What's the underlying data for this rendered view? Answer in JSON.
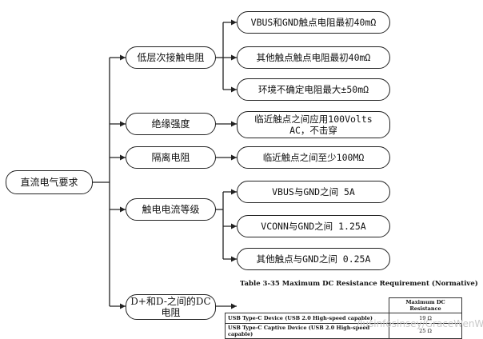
{
  "root": "直流电气要求",
  "branches": [
    {
      "label": "低层次接触电阻",
      "children": [
        "VBUS和GND触点电阻最初40mΩ",
        "其他触点触点电阻最初40mΩ",
        "环境不确定电阻最大±50mΩ"
      ]
    },
    {
      "label": "绝缘强度",
      "children": [
        "临近触点之间应用100Volts\nAC，不击穿"
      ]
    },
    {
      "label": "隔离电阻",
      "children": [
        "临近触点之间至少100MΩ"
      ]
    },
    {
      "label": "触电电流等级",
      "children": [
        "VBUS与GND之间 5A",
        "VCONN与GND之间 1.25A",
        "其他触点与GND之间 0.25A"
      ]
    },
    {
      "label": "D+和D-之间的DC\n电阻",
      "children": []
    }
  ],
  "table": {
    "caption": "Table 3-35  Maximum DC Resistance Requirement (Normative)",
    "header": "Maximum DC Resistance",
    "rows": [
      {
        "spec": "USB Type-C Device (USB 2.0 High-speed capable)",
        "value": "19 Ω"
      },
      {
        "spec": "USB Type-C Captive Device (USB 2.0 High-speed capable)",
        "value": "25 Ω"
      }
    ]
  },
  "watermark": "/lusinfosinsey/GraceWenWei"
}
